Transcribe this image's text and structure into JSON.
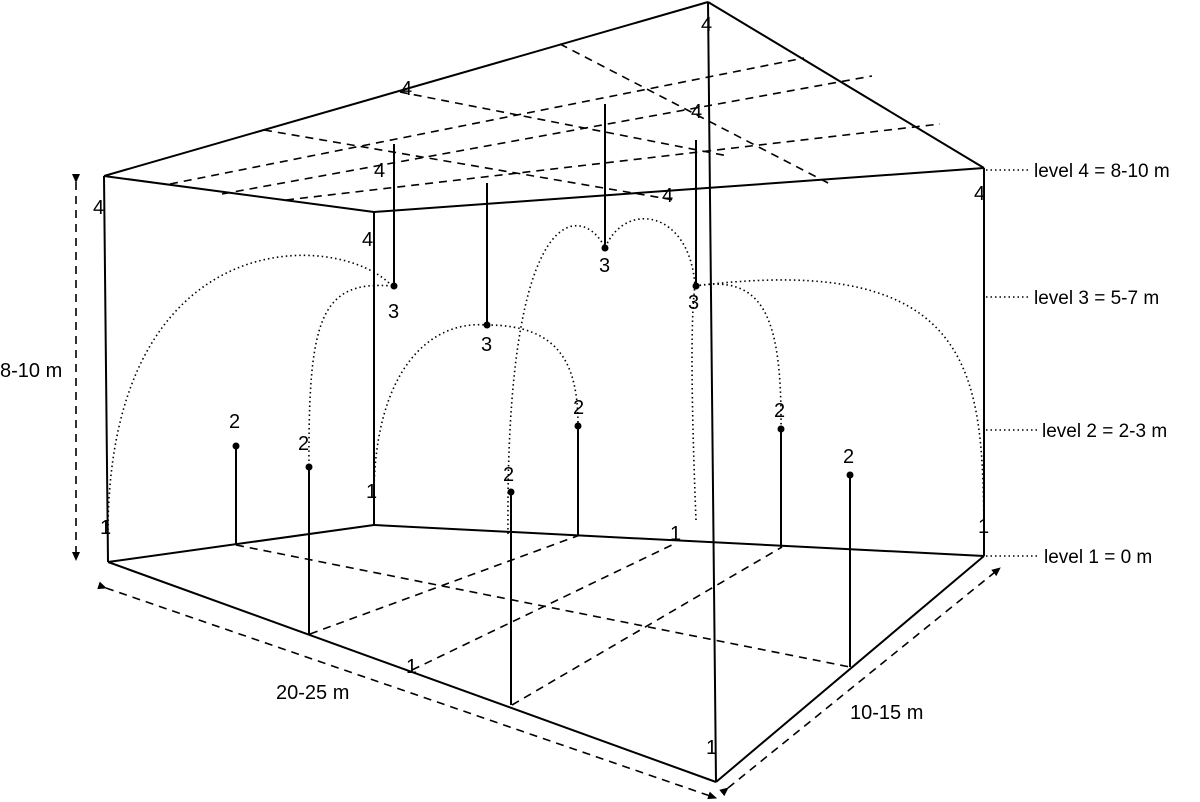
{
  "levels": {
    "level4": "level  4 = 8-10 m",
    "level3": "level  3 = 5-7 m",
    "level2": "level  2 = 2-3 m",
    "level1": "level  1 = 0 m"
  },
  "dimensions": {
    "height": "8-10 m",
    "length": "20-25 m",
    "width": "10-15 m"
  },
  "sensor_labels": {
    "one": "1",
    "two": "2",
    "three": "3",
    "four": "4"
  }
}
